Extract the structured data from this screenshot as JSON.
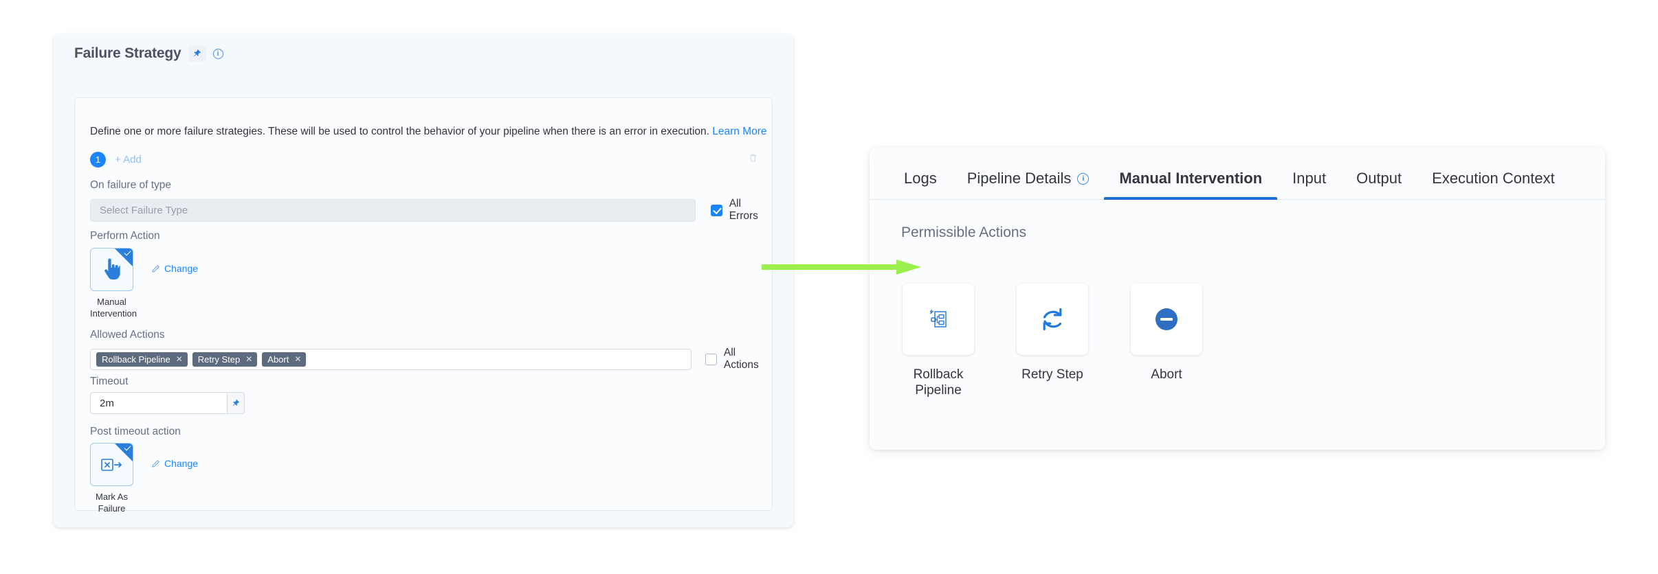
{
  "failure_strategy": {
    "title": "Failure Strategy",
    "pin_icon": "pin-icon",
    "info_icon": "info-icon",
    "description": "Define one or more failure strategies. These will be used to control the behavior of your pipeline when there is an error in execution.",
    "learn_more": "Learn More",
    "step_number": "1",
    "add_label": "+ Add",
    "delete_icon": "trash-icon",
    "on_failure_label": "On failure of type",
    "failure_type_placeholder": "Select Failure Type",
    "all_errors_label": "All Errors",
    "all_errors_checked": true,
    "perform_action_label": "Perform Action",
    "perform_action_value": "Manual Intervention",
    "perform_action_icon": "pointing-hand-icon",
    "change_label": "Change",
    "allowed_actions_label": "Allowed Actions",
    "allowed_actions": [
      "Rollback Pipeline",
      "Retry Step",
      "Abort"
    ],
    "all_actions_label": "All Actions",
    "all_actions_checked": false,
    "timeout_label": "Timeout",
    "timeout_value": "2m",
    "timeout_pin_icon": "pin-icon",
    "post_timeout_label": "Post timeout action",
    "post_timeout_value": "Mark As Failure",
    "post_timeout_icon": "mark-as-failure-icon"
  },
  "detail_panel": {
    "tabs": [
      {
        "label": "Logs",
        "active": false,
        "has_info": false
      },
      {
        "label": "Pipeline Details",
        "active": false,
        "has_info": true
      },
      {
        "label": "Manual Intervention",
        "active": true,
        "has_info": false
      },
      {
        "label": "Input",
        "active": false,
        "has_info": false
      },
      {
        "label": "Output",
        "active": false,
        "has_info": false
      },
      {
        "label": "Execution Context",
        "active": false,
        "has_info": false
      }
    ],
    "section_title": "Permissible Actions",
    "permissible_actions": [
      {
        "label": "Rollback Pipeline",
        "icon": "rollback-pipeline-icon"
      },
      {
        "label": "Retry Step",
        "icon": "retry-step-icon"
      },
      {
        "label": "Abort",
        "icon": "abort-icon"
      }
    ]
  },
  "annotation": {
    "arrow_icon": "green-arrow-icon",
    "arrow_color": "#9CF04D"
  },
  "colors": {
    "accent_blue": "#1b84ff",
    "tab_active": "#1b6fd8",
    "chip_bg": "#5e6a7d",
    "arrow_green": "#9CF04D"
  }
}
